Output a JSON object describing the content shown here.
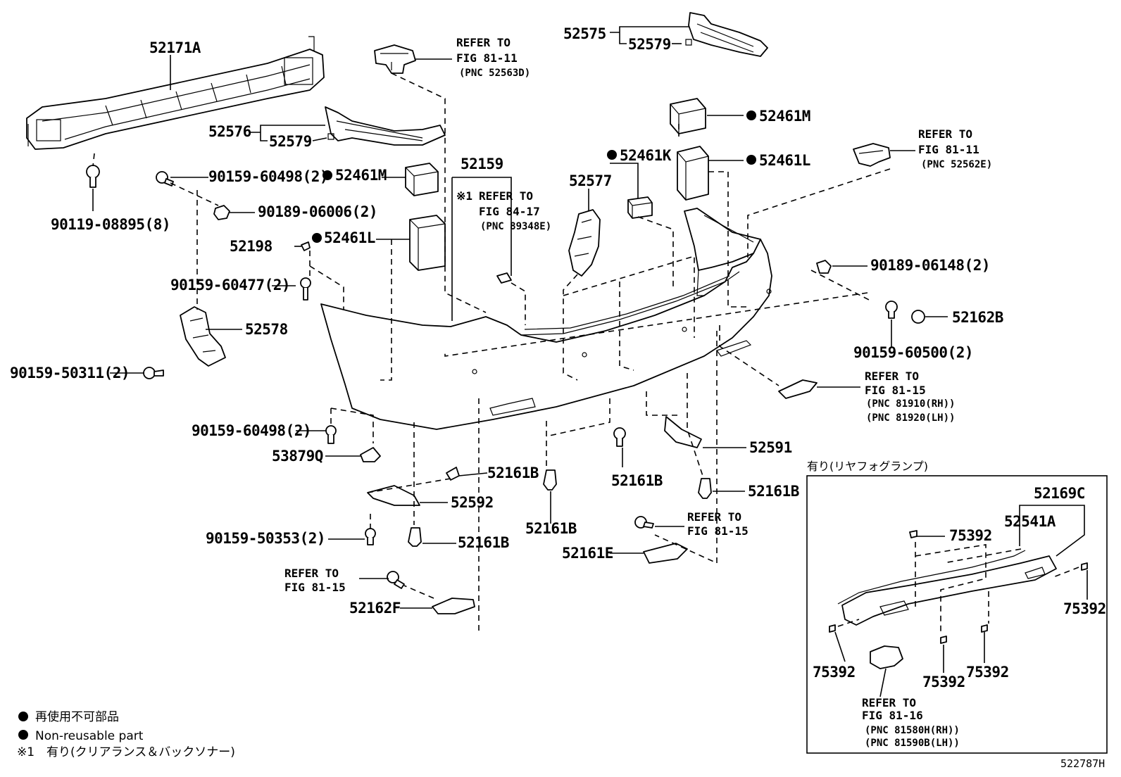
{
  "labels": {
    "p52171A": "52171A",
    "p52575": "52575",
    "p52579a": "52579",
    "p52576": "52576",
    "p52579b": "52579",
    "p90119": "90119-08895(8)",
    "p90159_60498a": "90159-60498(2)",
    "p90189_06006": "90189-06006(2)",
    "p52461M_left": "52461M",
    "p52198": "52198",
    "p52461L_left": "52461L",
    "p90159_60477": "90159-60477(2)",
    "p52578": "52578",
    "p90159_50311": "90159-50311(2)",
    "p52159": "52159",
    "p52577": "52577",
    "p52461K": "52461K",
    "p52461M_right": "52461M",
    "p52461L_right": "52461L",
    "p90189_06148": "90189-06148(2)",
    "p52162B": "52162B",
    "p90159_60500": "90159-60500(2)",
    "p90159_60498b": "90159-60498(2)",
    "p53879Q": "53879Q",
    "p52161B_a": "52161B",
    "p52592": "52592",
    "p90159_50353": "90159-50353(2)",
    "p52161B_b": "52161B",
    "p52161B_c": "52161B",
    "p52161B_d": "52161B",
    "p52591": "52591",
    "p52161B_e": "52161B",
    "p52161E": "52161E",
    "p52162F": "52162F",
    "p52169C": "52169C",
    "p52541A": "52541A",
    "p75392_a": "75392",
    "p75392_b": "75392",
    "p75392_c": "75392",
    "p75392_d": "75392",
    "p75392_e": "75392"
  },
  "refers": {
    "r1": {
      "line1": "REFER TO",
      "line2": "FIG 81-11",
      "line3": "(PNC 52563D)"
    },
    "r2": {
      "line1": "REFER TO",
      "line2": "FIG 81-11",
      "line3": "(PNC 52562E)"
    },
    "r3": {
      "mark": "※1",
      "line1": "REFER TO",
      "line2": "FIG 84-17",
      "line3": "(PNC 89348E)"
    },
    "r4": {
      "line1": "REFER TO",
      "line2": "FIG 81-15",
      "line3": "(PNC 81910(RH))",
      "line4": "(PNC 81920(LH))"
    },
    "r5": {
      "line1": "REFER TO",
      "line2": "FIG 81-15"
    },
    "r6": {
      "line1": "REFER TO",
      "line2": "FIG 81-15"
    },
    "r7": {
      "line1": "REFER TO",
      "line2": "FIG 81-16",
      "line3": "(PNC 81580H(RH))",
      "line4": "(PNC 81590B(LH))"
    }
  },
  "inset": {
    "title": "有り(リヤフォグランプ)"
  },
  "legend": {
    "bullet_jp": "再使用不可部品",
    "bullet_en": "Non-reusable part",
    "note_mark": "※1",
    "note_text": "有り(クリアランス＆バックソナー)"
  },
  "footer": {
    "code": "522787H"
  }
}
